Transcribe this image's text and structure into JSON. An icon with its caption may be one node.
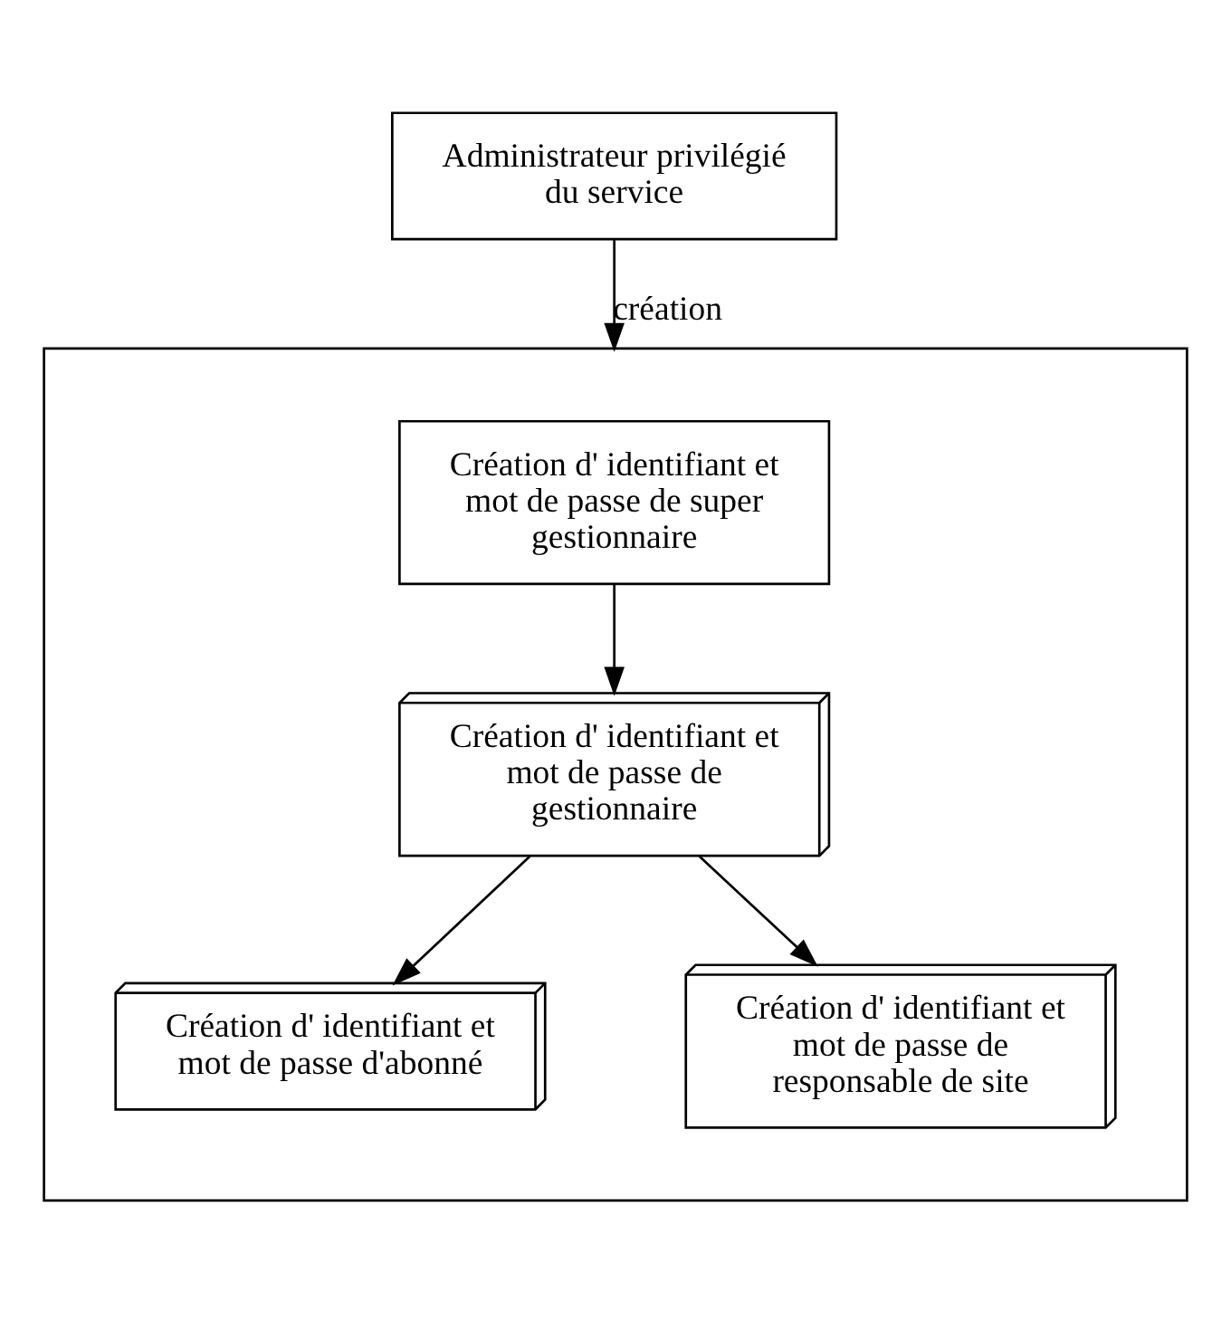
{
  "diagram": {
    "nodes": [
      {
        "text": [
          "Administrateur privilégié du service"
        ]
      },
      {
        "text": [],
        "shape": "box"
      },
      {
        "text": [
          "Création d' identifiant et mot de passe de super gestionnaire"
        ],
        "in": 1
      },
      {
        "text": [
          "Création d' identifiant et mot de passe de gestionnaire"
        ],
        "in": 1
      },
      {
        "text": [
          "Création d' identifiant et mot de passe d'abonné"
        ],
        "in": 1
      },
      {
        "text": [
          "Création d' identifiant et mot de passe de responsable de site"
        ],
        "in": 1
      }
    ],
    "edges": [
      {
        "from": 0,
        "to": 1,
        "arrow": "to",
        "label": "création"
      },
      {
        "from": 2,
        "to": 3,
        "arrow": "to"
      },
      {
        "from": 3,
        "to": 4,
        "arrow": "to"
      },
      {
        "from": 3,
        "to": 5,
        "arrow": "to"
      }
    ]
  }
}
